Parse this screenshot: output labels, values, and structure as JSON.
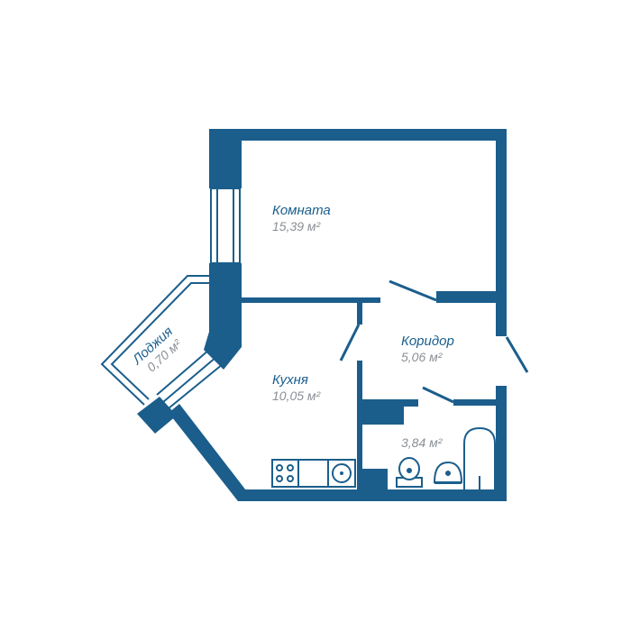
{
  "colors": {
    "wall": "#1b5e8c",
    "room_name": "#1b5e8c",
    "room_area": "#8a8f96",
    "background": "#ffffff"
  },
  "rooms": {
    "room": {
      "name": "Комната",
      "area": "15,39 м²"
    },
    "corridor": {
      "name": "Коридор",
      "area": "5,06 м²"
    },
    "kitchen": {
      "name": "Кухня",
      "area": "10,05 м²"
    },
    "loggia": {
      "name": "Лоджия",
      "area": "0,70 м²"
    },
    "bathroom": {
      "name": "",
      "area": "3,84 м²"
    }
  }
}
